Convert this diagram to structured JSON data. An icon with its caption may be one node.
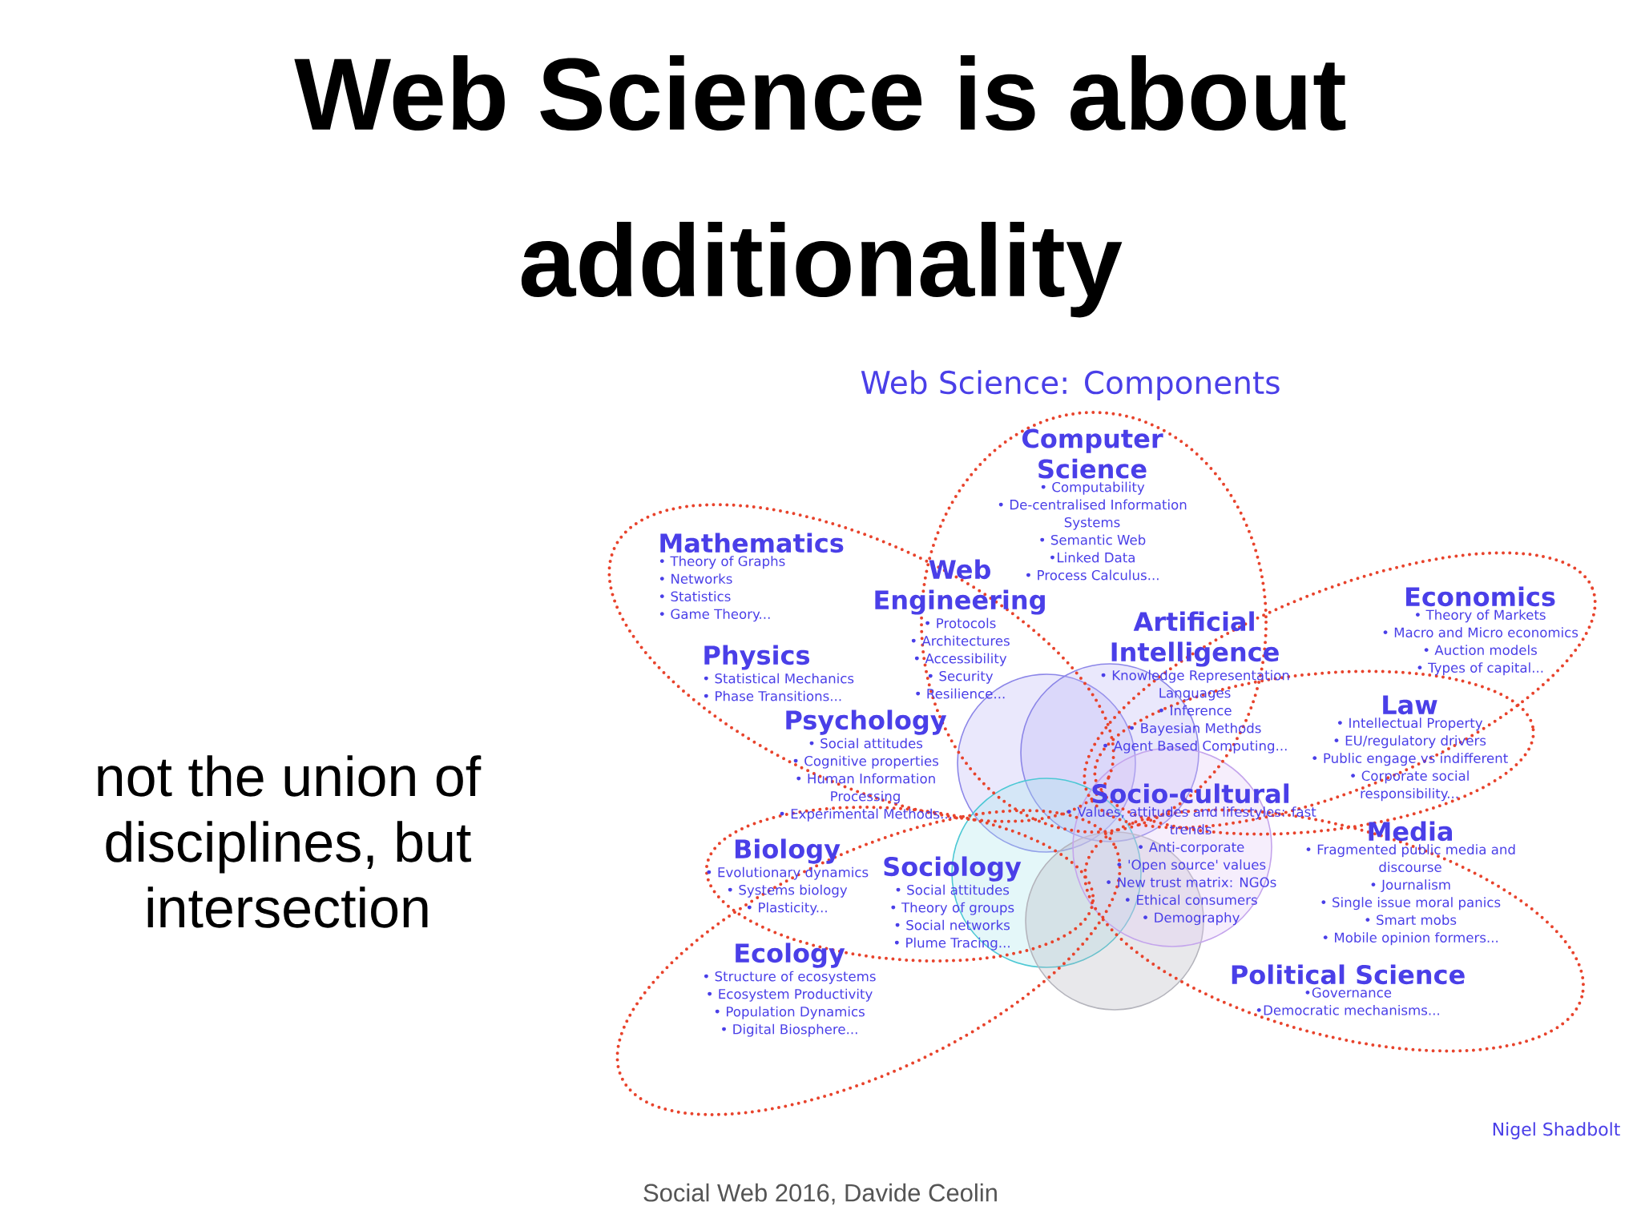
{
  "diagram": {
    "title": "Web Science is about additionality",
    "nodes": [
      {
        "text": [
          "Computer Science",
          "• Computability",
          "• De-centralised Information Systems",
          "• Semantic Web",
          "•Linked Data",
          "• Process Calculus..."
        ]
      },
      {
        "text": [
          "Mathematics",
          "• Theory of Graphs",
          "• Networks",
          "• Statistics",
          "• Game Theory..."
        ]
      },
      {
        "text": [
          "Web Engineering",
          "• Protocols",
          "• Architectures",
          "• Accessibility",
          "• Security",
          "• Resilience..."
        ]
      },
      {
        "text": [
          "Physics",
          "• Statistical Mechanics",
          "• Phase Transitions..."
        ]
      },
      {
        "text": [
          "Artificial Intelligence",
          "• Knowledge Representation Languages",
          "• Inference",
          "• Bayesian Methods",
          "• Agent Based Computing..."
        ]
      },
      {
        "text": [
          "Economics",
          "• Theory of Markets",
          "• Macro and Micro economics",
          "• Auction models",
          "• Types of capital..."
        ]
      },
      {
        "text": [
          "Law",
          "• Intellectual Property",
          "• EU/regulatory drivers",
          "• Public engage vs indifferent",
          "• Corporate social responsibility..."
        ]
      },
      {
        "text": [
          "Psychology",
          "• Social attitudes",
          "• Cognitive properties",
          "• Human Information Processing",
          "• Experimental Methods..."
        ]
      },
      {
        "text": [
          "Socio-cultural",
          "• Values, attitudes and lifestyles: fast trends",
          "• Anti-corporate",
          "• 'Open source' values",
          "• New trust matrix: NGOs",
          "• Ethical consumers",
          "• Demography"
        ]
      },
      {
        "text": [
          "Biology",
          "• Evolutionary dynamics",
          "• Systems biology",
          "• Plasticity..."
        ]
      },
      {
        "text": [
          "Sociology",
          "• Social attitudes",
          "• Theory of groups",
          "• Social networks",
          "• Plume Tracing..."
        ]
      },
      {
        "text": [
          "Media",
          "• Fragmented public media and discourse",
          "• Journalism",
          "• Single issue moral panics",
          "• Smart mobs",
          "• Mobile opinion formers..."
        ]
      },
      {
        "text": [
          "Ecology",
          "• Structure of ecosystems",
          "• Ecosystem Productivity",
          "• Population Dynamics",
          "• Digital Biosphere..."
        ]
      },
      {
        "text": [
          "Political Science",
          "•Governance",
          "•Democratic mechanisms..."
        ]
      }
    ],
    "labels": [
      "Web Science: Components",
      "not the union of disciplines, but intersection",
      "Nigel Shadbolt",
      "Social Web 2016, Davide Ceolin"
    ]
  }
}
